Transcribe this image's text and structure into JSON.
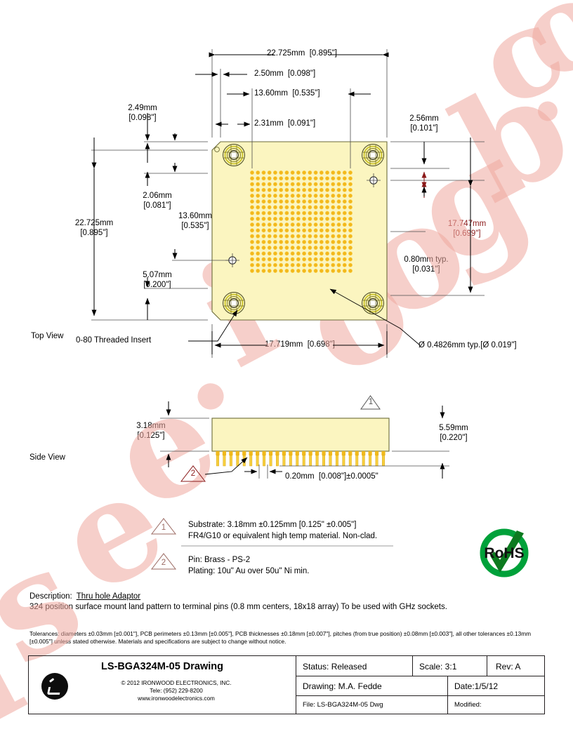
{
  "watermark": {
    "text": "isee.isoogb.com"
  },
  "top_view": {
    "label": "Top View",
    "dims": {
      "overall_w": "22.725mm  [0.895\"]",
      "d_250": "2.50mm  [0.098\"]",
      "d_1360_top": "13.60mm  [0.535\"]",
      "d_231": "2.31mm  [0.091\"]",
      "d_249": "2.49mm\n[0.098\"]",
      "d_256": "2.56mm\n[0.101\"]",
      "overall_h": "22.725mm\n[0.895\"]",
      "d_206": "2.06mm\n[0.081\"]",
      "d_1360_left": "13.60mm\n[0.535\"]",
      "d_507": "5.07mm\n[0.200\"]",
      "d_17747": "17.747mm\n[0.699\"]",
      "d_080": "0.80mm typ.\n[0.031\"]",
      "d_17719": "17.719mm  [0.698\"]"
    },
    "callouts": {
      "insert": "0-80 Threaded Insert",
      "pad_dia": "Ø 0.4826mm typ.[Ø 0.019\"]"
    }
  },
  "side_view": {
    "label": "Side View",
    "dims": {
      "thickness": "3.18mm\n[0.125\"]",
      "pin_len": "5.59mm\n[0.220\"]",
      "pin_dia": "0.20mm  [0.008\"]±0.0005\""
    },
    "flags": {
      "one": "1",
      "two": "2"
    }
  },
  "notes": [
    {
      "num": "1",
      "lines": [
        "Substrate: 3.18mm ±0.125mm [0.125\" ±0.005\"]",
        "FR4/G10 or equivalent high temp material. Non-clad."
      ]
    },
    {
      "num": "2",
      "lines": [
        "Pin: Brass - PS-2",
        "Plating:  10u\" Au over 50u\" Ni min."
      ]
    }
  ],
  "rohs": {
    "text": "RoHS",
    "color": "#00a13a"
  },
  "description": {
    "label": "Description:",
    "value": "Thru hole Adaptor",
    "body": "324 position surface mount land pattern to terminal pins (0.8 mm centers, 18x18 array) To be used with GHz sockets.",
    "tolerances": "Tolerances: diameters ±0.03mm [±0.001\"], PCB perimeters ±0.13mm [±0.005\"], PCB thicknesses ±0.18mm [±0.007\"], pitches (from true position) ±0.08mm [±0.003\"], all other tolerances ±0.13mm [±0.005\"] unless stated otherwise.  Materials and specifications are subject to change without notice."
  },
  "title_block": {
    "drawing_title": "LS-BGA324M-05 Drawing",
    "copyright": "© 2012 IRONWOOD ELECTRONICS, INC.",
    "phone": "Tele: (952) 229-8200",
    "website": "www.ironwoodelectronics.com",
    "status": "Status: Released",
    "scale": "Scale: 3:1",
    "rev": "Rev: A",
    "drawing_by": "Drawing: M.A. Fedde",
    "date": "Date:1/5/12",
    "file": "File: LS-BGA324M-05 Dwg",
    "modified": "Modified:"
  }
}
